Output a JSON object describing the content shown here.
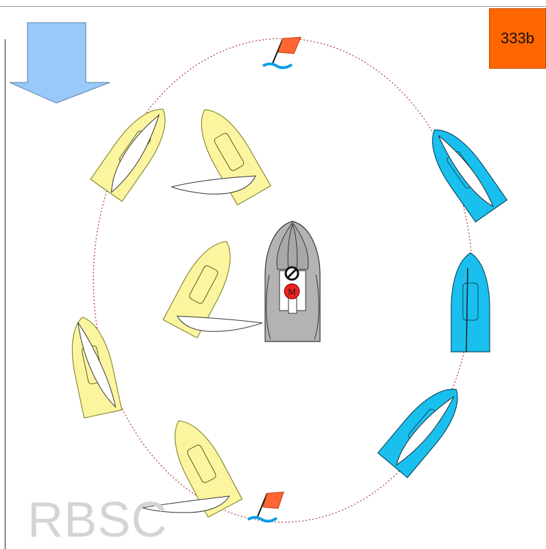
{
  "scenario_label": "333b",
  "watermark": "RBSC",
  "icons": {
    "wind": "wind-arrow-icon",
    "mark": "mark-flag-icon",
    "committee_flag": "no-entry-icon",
    "mark_flag": "m-flag-icon"
  },
  "committee_boat_flag_letter": "M",
  "colors": {
    "yellow_boat": "#fbf5a0",
    "blue_boat": "#19c0ee",
    "committee_boat": "#b3b3b3",
    "wind_arrow": "#99c9f8",
    "flag": "#ff6633",
    "label_bg": "#ff6600",
    "circle": "#b03030"
  }
}
